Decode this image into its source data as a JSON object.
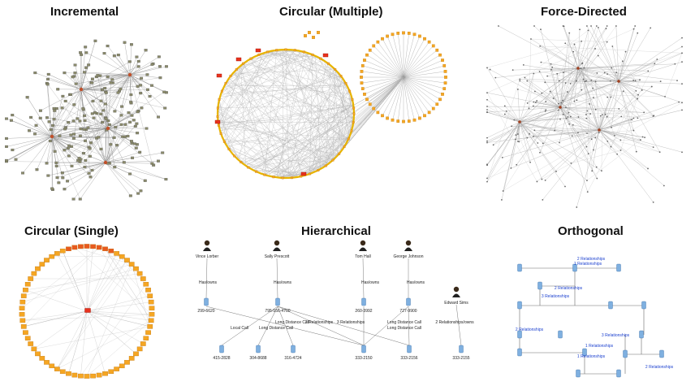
{
  "panels": {
    "incremental": {
      "title": "Incremental"
    },
    "circular_multiple": {
      "title": "Circular (Multiple)"
    },
    "force_directed": {
      "title": "Force-Directed"
    },
    "circular_single": {
      "title": "Circular (Single)"
    },
    "hierarchical": {
      "title": "Hierarchical"
    },
    "orthogonal": {
      "title": "Orthogonal"
    }
  },
  "hierarchical": {
    "people": [
      "Vince Lorber",
      "Sally Prescott",
      "Tom Hall",
      "George Johnson",
      "Edward Sims"
    ],
    "phones": [
      "299-6620",
      "795-556-4700",
      "260-3992",
      "727-9900",
      "415-2828",
      "304-8688",
      "316-4724",
      "333-2150",
      "333-2156",
      "333-2155"
    ],
    "edge_labels": [
      "Has/owns",
      "Has/owns",
      "Has/owns",
      "Has/owns",
      "Long Distance Call",
      "2 Relationships",
      "3 Relationships",
      "Local Call",
      "Long Distance Call",
      "Long Distance Call",
      "Long Distance Call",
      "2 Relationships/owns"
    ]
  },
  "orthogonal": {
    "edge_labels": [
      "2 Relationships",
      "1 Relationships",
      "2 Relationships",
      "3 Relationships",
      "2 Relationships",
      "3 Relationships",
      "1 Relationships",
      "2 Relationships",
      "1 Relationships"
    ]
  },
  "colors": {
    "orange": "#f5a623",
    "red": "#e8321e",
    "edge": "#9a9a9a",
    "node_gray": "#8a8a6a",
    "phone": "#7fb0e0",
    "label_blue": "#1a3fcf"
  }
}
